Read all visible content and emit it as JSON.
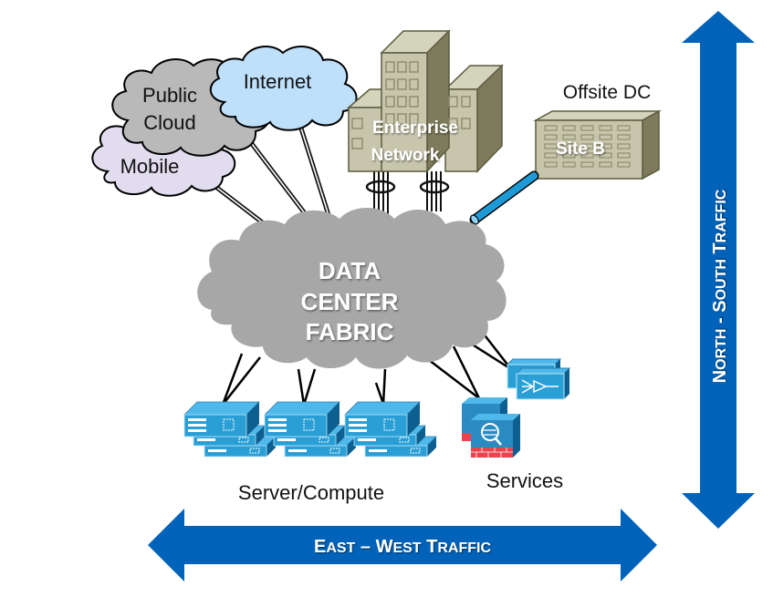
{
  "diagram": {
    "title": "Data Center Traffic Flows",
    "fabric": {
      "lines": [
        "DATA",
        "CENTER",
        "FABRIC"
      ]
    },
    "clouds": {
      "public_cloud": {
        "lines": [
          "Public",
          "Cloud"
        ],
        "color": "#b9b9b9"
      },
      "internet": {
        "label": "Internet",
        "color": "#bfe0fb"
      },
      "mobile": {
        "label": "Mobile",
        "color": "#e2dcef"
      }
    },
    "enterprise": {
      "lines": [
        "Enterprise",
        "Network"
      ],
      "color": "#c7c6ad"
    },
    "offsite": {
      "title": "Offsite DC",
      "site_label": "Site B",
      "link_color": "#1e9bd7"
    },
    "servers": {
      "label": "Server/Compute",
      "color": "#2a9fd6",
      "count": 3
    },
    "services": {
      "label": "Services"
    },
    "arrows": {
      "north_south": {
        "words": [
          "N",
          "ORTH",
          " - ",
          "S",
          "OUTH",
          " T",
          "RAFFIC"
        ]
      },
      "east_west": {
        "words": [
          "E",
          "AST",
          " – ",
          "W",
          "EST",
          " T",
          "RAFFIC"
        ]
      },
      "color": "#0063b9"
    }
  }
}
